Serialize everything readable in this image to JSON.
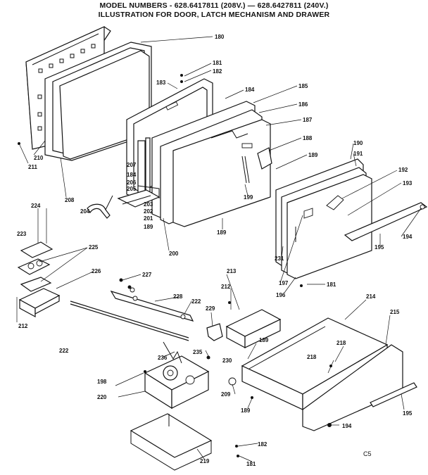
{
  "header": {
    "line1": "MODEL NUMBERS - 628.6417811 (208V.) — 628.6427811 (240V.)",
    "line2": "ILLUSTRATION FOR DOOR, LATCH MECHANISM AND DRAWER"
  },
  "footer_code": "C5",
  "callouts": [
    {
      "id": "c180",
      "text": "180"
    },
    {
      "id": "c181a",
      "text": "181"
    },
    {
      "id": "c182a",
      "text": "182"
    },
    {
      "id": "c183",
      "text": "183"
    },
    {
      "id": "c184",
      "text": "184"
    },
    {
      "id": "c185",
      "text": "185"
    },
    {
      "id": "c186",
      "text": "186"
    },
    {
      "id": "c187",
      "text": "187"
    },
    {
      "id": "c188",
      "text": "188"
    },
    {
      "id": "c189a",
      "text": "189"
    },
    {
      "id": "c190",
      "text": "190"
    },
    {
      "id": "c191",
      "text": "191"
    },
    {
      "id": "c192",
      "text": "192"
    },
    {
      "id": "c193",
      "text": "193"
    },
    {
      "id": "c194a",
      "text": "194"
    },
    {
      "id": "c195a",
      "text": "195"
    },
    {
      "id": "c196",
      "text": "196"
    },
    {
      "id": "c197",
      "text": "197"
    },
    {
      "id": "c181b",
      "text": "181"
    },
    {
      "id": "c231",
      "text": "231"
    },
    {
      "id": "c199",
      "text": "199"
    },
    {
      "id": "c189b",
      "text": "189"
    },
    {
      "id": "c200",
      "text": "200"
    },
    {
      "id": "c207",
      "text": "207"
    },
    {
      "id": "c184b",
      "text": "184"
    },
    {
      "id": "c206",
      "text": "206"
    },
    {
      "id": "c205",
      "text": "205"
    },
    {
      "id": "c203",
      "text": "203"
    },
    {
      "id": "c204",
      "text": "204"
    },
    {
      "id": "c202",
      "text": "202"
    },
    {
      "id": "c201",
      "text": "201"
    },
    {
      "id": "c189c",
      "text": "189"
    },
    {
      "id": "c210",
      "text": "210"
    },
    {
      "id": "c211",
      "text": "211"
    },
    {
      "id": "c208",
      "text": "208"
    },
    {
      "id": "c224",
      "text": "224"
    },
    {
      "id": "c223",
      "text": "223"
    },
    {
      "id": "c225",
      "text": "225"
    },
    {
      "id": "c226",
      "text": "226"
    },
    {
      "id": "c212a",
      "text": "212"
    },
    {
      "id": "c222a",
      "text": "222"
    },
    {
      "id": "c227",
      "text": "227"
    },
    {
      "id": "c228",
      "text": "228"
    },
    {
      "id": "c222b",
      "text": "222"
    },
    {
      "id": "c229",
      "text": "229"
    },
    {
      "id": "c235",
      "text": "235"
    },
    {
      "id": "c230",
      "text": "230"
    },
    {
      "id": "c236",
      "text": "236"
    },
    {
      "id": "c198",
      "text": "198"
    },
    {
      "id": "c220",
      "text": "220"
    },
    {
      "id": "c213",
      "text": "213"
    },
    {
      "id": "c212b",
      "text": "212"
    },
    {
      "id": "c214",
      "text": "214"
    },
    {
      "id": "c215",
      "text": "215"
    },
    {
      "id": "c189d",
      "text": "189"
    },
    {
      "id": "c218a",
      "text": "218"
    },
    {
      "id": "c218b",
      "text": "218"
    },
    {
      "id": "c209",
      "text": "209"
    },
    {
      "id": "c189e",
      "text": "189"
    },
    {
      "id": "c194b",
      "text": "194"
    },
    {
      "id": "c195b",
      "text": "195"
    },
    {
      "id": "c182b",
      "text": "182"
    },
    {
      "id": "c181c",
      "text": "181"
    },
    {
      "id": "c219",
      "text": "219"
    }
  ]
}
